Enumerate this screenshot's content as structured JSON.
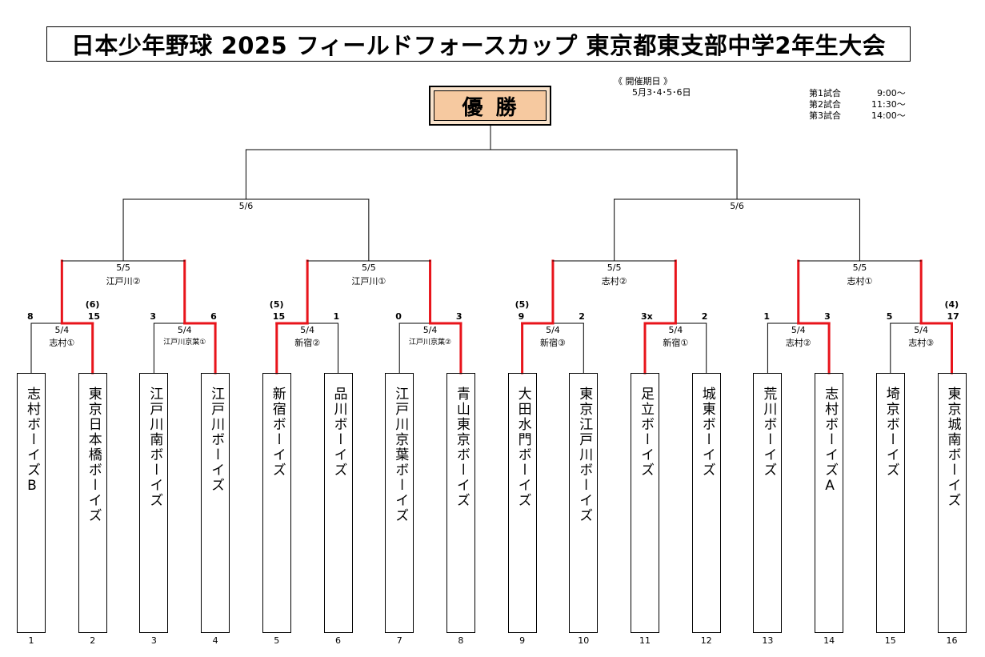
{
  "title": "日本少年野球 2025 フィールドフォースカップ 東京都東支部中学2年生大会",
  "champion_label": "優勝",
  "schedule": {
    "header": "《 開催期日 》",
    "dates": "5月3･4･5･6日",
    "games": [
      {
        "label": "第1試合",
        "time": "9:00～"
      },
      {
        "label": "第2試合",
        "time": "11:30～"
      },
      {
        "label": "第3試合",
        "time": "14:00～"
      }
    ]
  },
  "teams": [
    {
      "no": "1",
      "name": "志村ボーイズB"
    },
    {
      "no": "2",
      "name": "東京日本橋ボーイズ"
    },
    {
      "no": "3",
      "name": "江戸川南ボーイズ"
    },
    {
      "no": "4",
      "name": "江戸川ボーイズ"
    },
    {
      "no": "5",
      "name": "新宿ボーイズ"
    },
    {
      "no": "6",
      "name": "品川ボーイズ"
    },
    {
      "no": "7",
      "name": "江戸川京葉ボーイズ"
    },
    {
      "no": "8",
      "name": "青山東京ボーイズ"
    },
    {
      "no": "9",
      "name": "大田水門ボーイズ"
    },
    {
      "no": "10",
      "name": "東京江戸川ボーイズ"
    },
    {
      "no": "11",
      "name": "足立ボーイズ"
    },
    {
      "no": "12",
      "name": "城東ボーイズ"
    },
    {
      "no": "13",
      "name": "荒川ボーイズ"
    },
    {
      "no": "14",
      "name": "志村ボーイズA"
    },
    {
      "no": "15",
      "name": "埼京ボーイズ"
    },
    {
      "no": "16",
      "name": "東京城南ボーイズ"
    }
  ],
  "round1": [
    {
      "date": "5/4",
      "venue": "志村①",
      "score_left": "8",
      "score_right": "15",
      "seed": "(6)",
      "winner": "right"
    },
    {
      "date": "5/4",
      "venue": "江戸川京葉①",
      "score_left": "3",
      "score_right": "6",
      "seed": "",
      "winner": "right"
    },
    {
      "date": "5/4",
      "venue": "新宿②",
      "score_left": "15",
      "score_right": "1",
      "seed": "(5)",
      "winner": "left"
    },
    {
      "date": "5/4",
      "venue": "江戸川京葉②",
      "score_left": "0",
      "score_right": "3",
      "seed": "",
      "winner": "right"
    },
    {
      "date": "5/4",
      "venue": "新宿③",
      "score_left": "9",
      "score_right": "2",
      "seed": "(5)",
      "winner": "left"
    },
    {
      "date": "5/4",
      "venue": "新宿①",
      "score_left": "3x",
      "score_right": "2",
      "seed": "",
      "winner": "left"
    },
    {
      "date": "5/4",
      "venue": "志村②",
      "score_left": "1",
      "score_right": "3",
      "seed": "",
      "winner": "right"
    },
    {
      "date": "5/4",
      "venue": "志村③",
      "score_left": "5",
      "score_right": "17",
      "seed": "(4)",
      "winner": "right"
    }
  ],
  "round2": [
    {
      "date": "5/5",
      "venue": "江戸川②"
    },
    {
      "date": "5/5",
      "venue": "江戸川①"
    },
    {
      "date": "5/5",
      "venue": "志村②"
    },
    {
      "date": "5/5",
      "venue": "志村①"
    }
  ],
  "semifinal": [
    {
      "date": "5/6"
    },
    {
      "date": "5/6"
    }
  ],
  "colors": {
    "win_line": "#e8141b",
    "line": "#000000",
    "champion_fill": "#f6c9a0"
  }
}
